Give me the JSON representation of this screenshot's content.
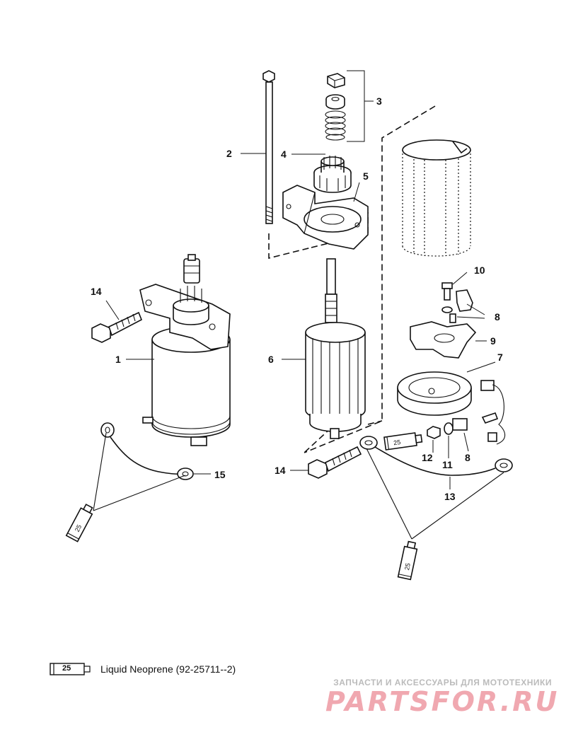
{
  "callouts": {
    "c1": "1",
    "c2": "2",
    "c3": "3",
    "c4": "4",
    "c5": "5",
    "c6": "6",
    "c7": "7",
    "c8a": "8",
    "c8b": "8",
    "c9": "9",
    "c10": "10",
    "c11": "11",
    "c12": "12",
    "c13": "13",
    "c14a": "14",
    "c14b": "14",
    "c15": "15"
  },
  "tube_labels": {
    "t1": "25",
    "t2": "25",
    "t3": "25"
  },
  "legend": {
    "tube_label": "25",
    "text": "Liquid Neoprene (92-25711--2)"
  },
  "watermark": {
    "tagline": "ЗАПЧАСТИ И АКСЕССУАРЫ ДЛЯ МОТОТЕХНИКИ",
    "logo": "PARTSFOR.RU"
  }
}
